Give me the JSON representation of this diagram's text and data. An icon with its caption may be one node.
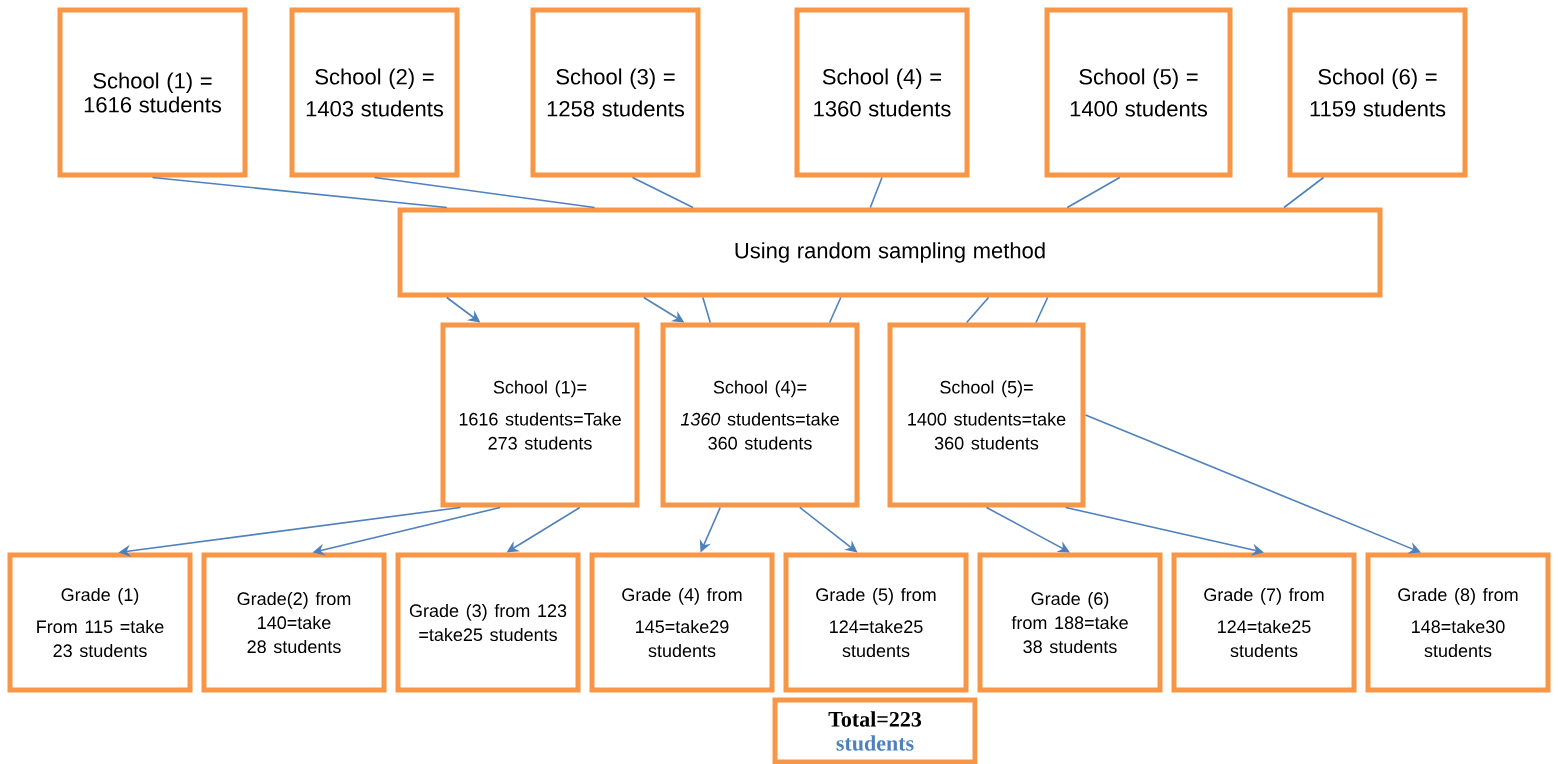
{
  "diagram": {
    "nodes": [
      {
        "text": [
          "School (1) = 1616 students"
        ]
      },
      {
        "text": [
          "School (2) =",
          "1403 students"
        ]
      },
      {
        "text": [
          "School (3) =",
          "1258 students"
        ]
      },
      {
        "text": [
          "School (4) =",
          "1360 students"
        ]
      },
      {
        "text": [
          "School (5) =",
          "1400 students"
        ]
      },
      {
        "text": [
          "School (6) =",
          "1159 students"
        ]
      },
      {
        "text": [
          "Using random sampling method"
        ]
      },
      {
        "text": [
          "School (1)=",
          "1616 students=Take 273 students"
        ]
      },
      {
        "text": [
          "School (4)=",
          "*1360* students=take 360 students"
        ]
      },
      {
        "text": [
          "School (5)=",
          "1400 students=take 360 students"
        ]
      },
      {
        "text": [
          "Grade (1)",
          "From 115 =take 23 students"
        ]
      },
      {
        "text": [
          "Grade(2) from 140=take 28 students"
        ]
      },
      {
        "text": [
          "Grade (3) from 123 =take25 students"
        ]
      },
      {
        "text": [
          "Grade (4) from",
          "145=take29 students"
        ]
      },
      {
        "text": [
          "Grade (5) from",
          "124=take25 students"
        ]
      },
      {
        "text": [
          "Grade (6) from 188=take 38 students"
        ]
      },
      {
        "text": [
          "Grade (7) from",
          "124=take25 students"
        ]
      },
      {
        "text": [
          "Grade (8) from",
          "148=take30 students"
        ]
      },
      {
        "text": [
          "Total=223",
          "students"
        ]
      }
    ],
    "edges": [
      {
        "from": 0,
        "to": 6,
        "arrow": "none"
      },
      {
        "from": 1,
        "to": 6,
        "arrow": "none"
      },
      {
        "from": 2,
        "to": 6,
        "arrow": "none"
      },
      {
        "from": 3,
        "to": 6,
        "arrow": "none"
      },
      {
        "from": 4,
        "to": 6,
        "arrow": "none"
      },
      {
        "from": 5,
        "to": 6,
        "arrow": "none"
      },
      {
        "from": 6,
        "to": 7,
        "arrow": "to"
      },
      {
        "from": 6,
        "to": 8,
        "arrow": "to"
      },
      {
        "from": 6,
        "to": 8,
        "arrow": "none"
      },
      {
        "from": 6,
        "to": 8,
        "arrow": "none"
      },
      {
        "from": 6,
        "to": 9,
        "arrow": "none"
      },
      {
        "from": 6,
        "to": 9,
        "arrow": "none"
      },
      {
        "from": 7,
        "to": 10,
        "arrow": "to"
      },
      {
        "from": 7,
        "to": 11,
        "arrow": "to"
      },
      {
        "from": 7,
        "to": 12,
        "arrow": "to"
      },
      {
        "from": 8,
        "to": 13,
        "arrow": "to"
      },
      {
        "from": 8,
        "to": 14,
        "arrow": "to"
      },
      {
        "from": 9,
        "to": 15,
        "arrow": "to"
      },
      {
        "from": 9,
        "to": 16,
        "arrow": "to"
      },
      {
        "from": 9,
        "to": 17,
        "arrow": "to"
      }
    ]
  }
}
